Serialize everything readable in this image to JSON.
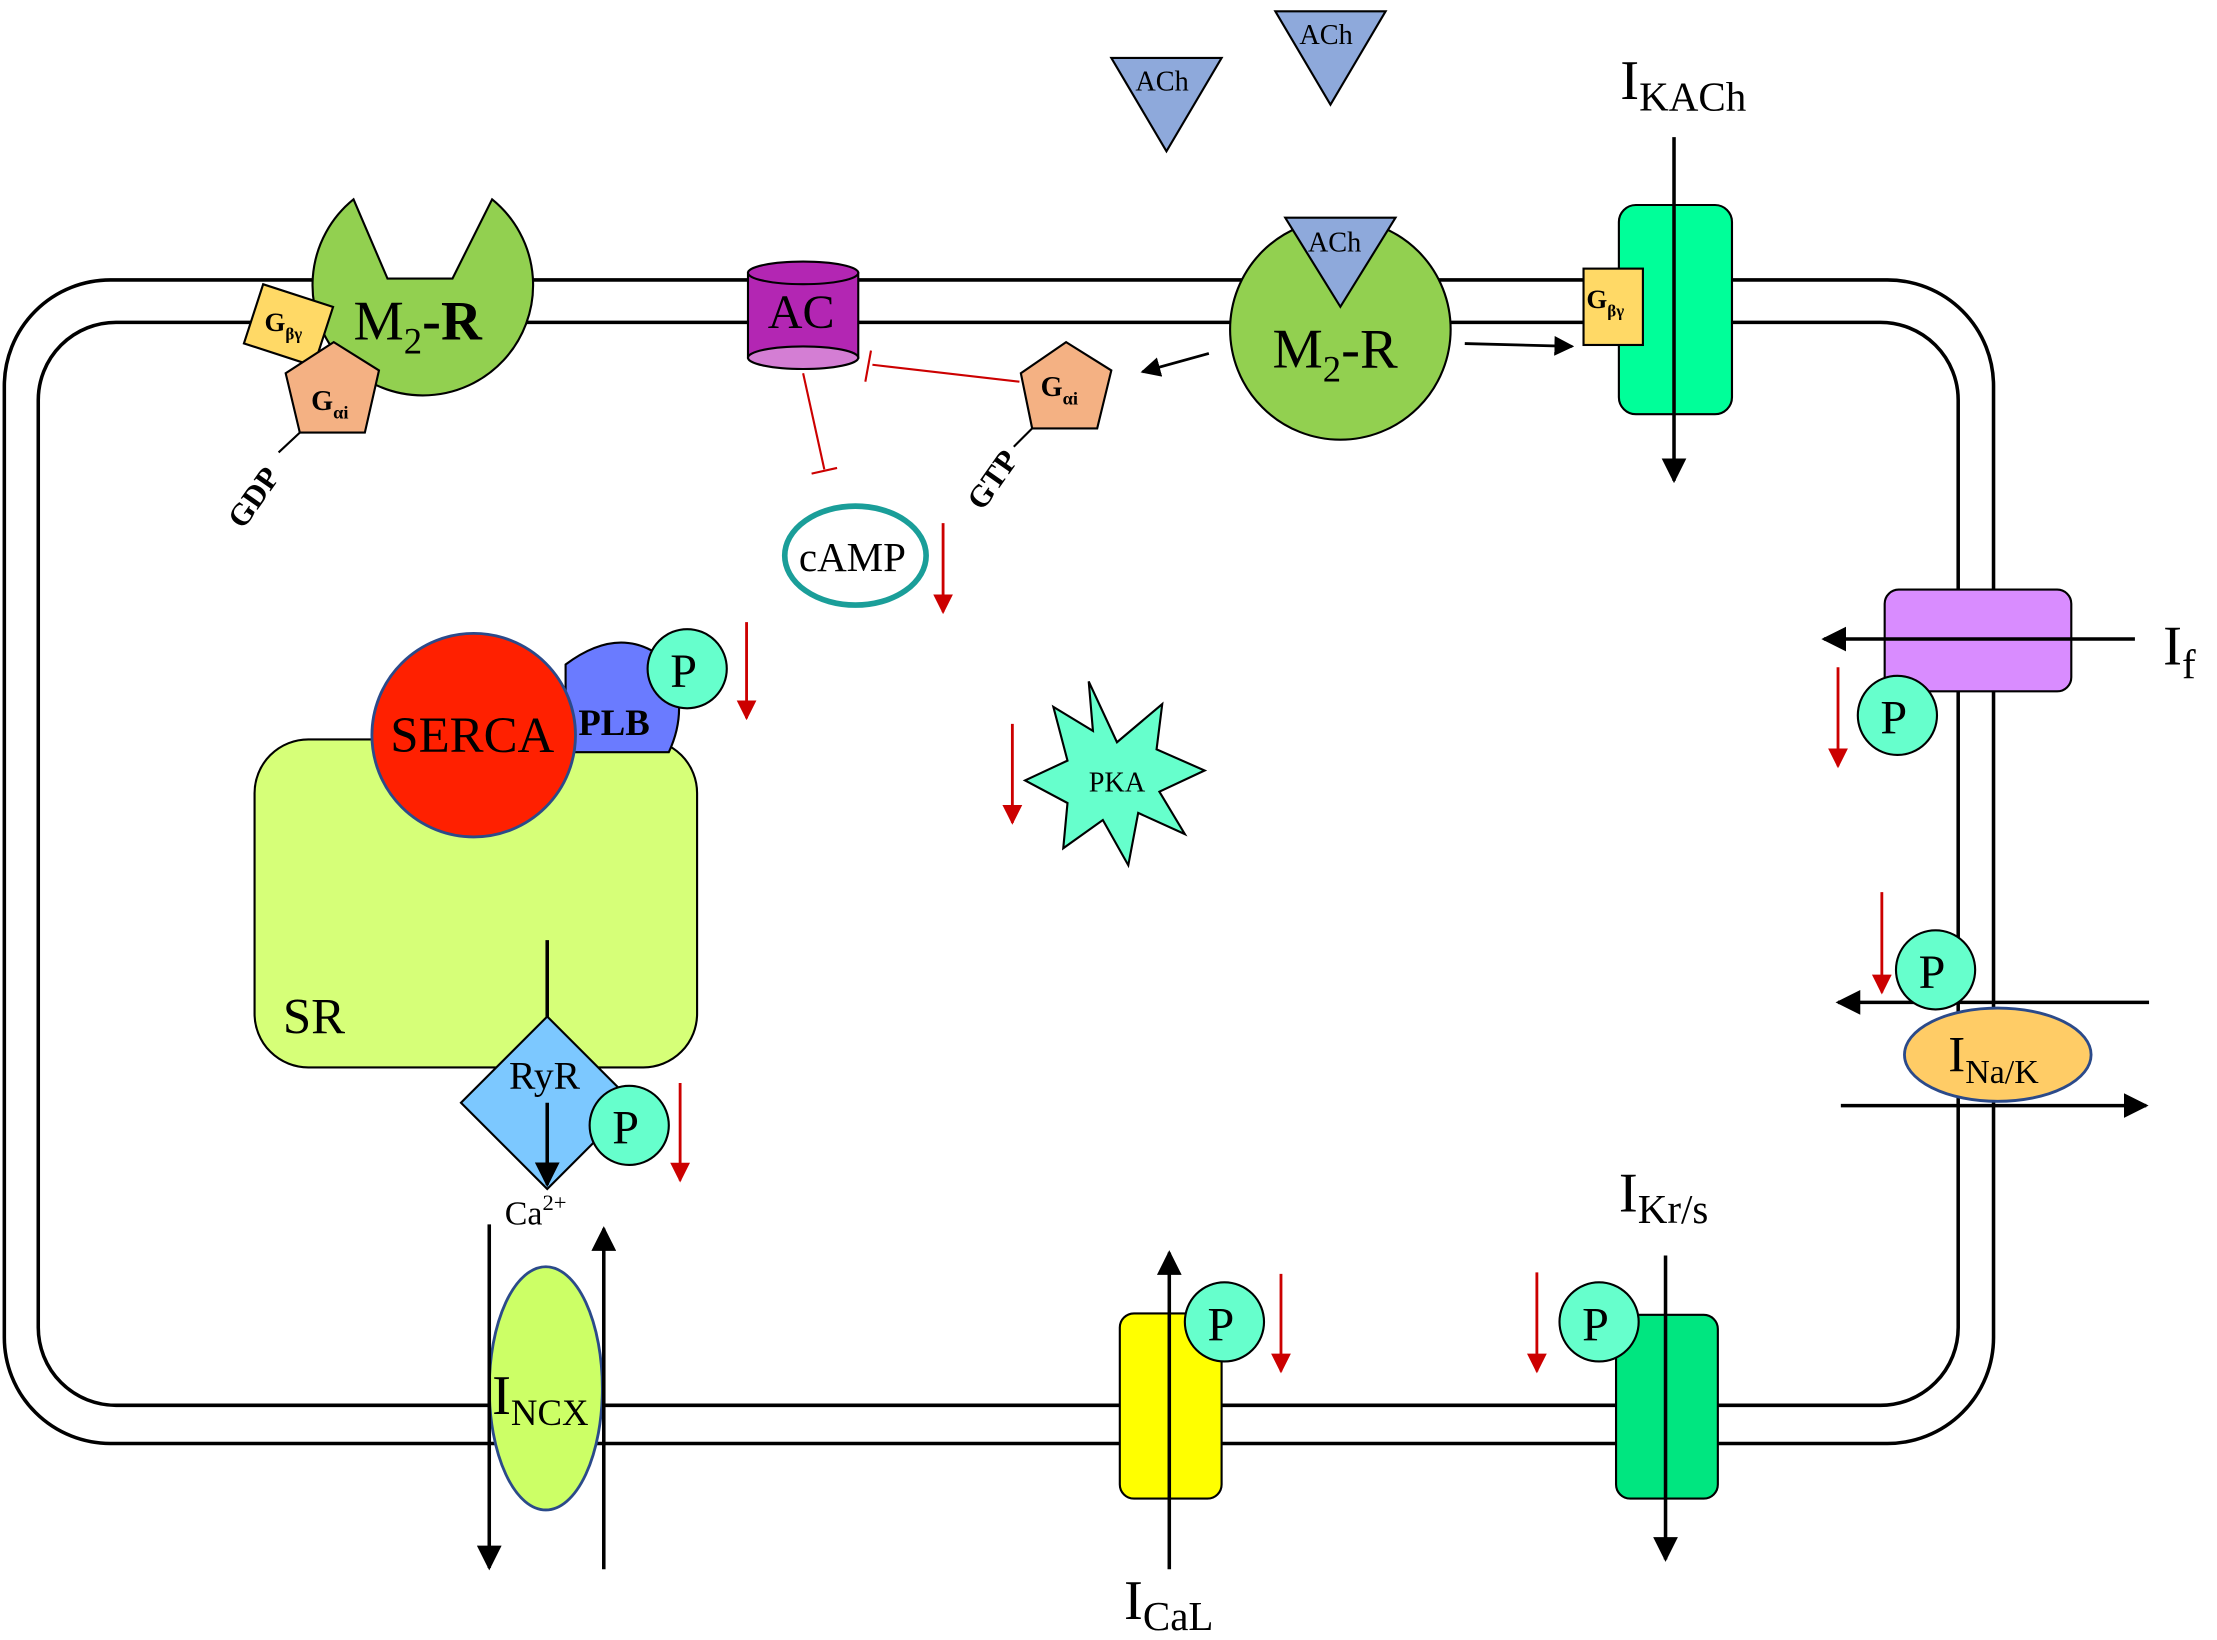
{
  "ligands": {
    "ach": "ACh"
  },
  "receptors": {
    "m2r_prefix": "M",
    "m2r_sub": "2",
    "m2r_suffix": "-R"
  },
  "gproteins": {
    "g": "G",
    "beta_gamma_sub": "βγ",
    "alpha_i_sub": "αi",
    "gdp": "GDP",
    "gtp": "GTP"
  },
  "enzymes": {
    "ac": "AC",
    "camp": "cAMP",
    "pka": "PKA",
    "serca": "SERCA",
    "plb": "PLB"
  },
  "organelles": {
    "sr": "SR",
    "ryr": "RyR"
  },
  "phospho": {
    "p": "P"
  },
  "ions": {
    "ca_base": "Ca",
    "ca_sup": "2+"
  },
  "currents": {
    "i": "I",
    "kach_sub": "KACh",
    "f_sub": "f",
    "nak_sub": "Na/K",
    "krs_sub": "Kr/s",
    "cal_sub": "CaL",
    "ncx_sub": "NCX"
  },
  "colors": {
    "m2r": "#92d050",
    "ach": "#8ea9db",
    "gbg": "#ffd966",
    "gai": "#f4b183",
    "ac_body": "#b326b3",
    "ac_end": "#d47ed4",
    "camp_ring": "#1a9e99",
    "phospho": "#66ffcc",
    "serca": "#ff2000",
    "plb": "#6a7bff",
    "sr": "#d6ff78",
    "ryr": "#7cc8ff",
    "kach_channel": "#00ff99",
    "if_channel": "#d98cff",
    "nak_pump": "#ffcc66",
    "cal_channel": "#ffff00",
    "krs_channel": "#00e680",
    "ncx": "#ccff66",
    "pka": "#66ffcc",
    "down_arrow": "#cc0000"
  }
}
